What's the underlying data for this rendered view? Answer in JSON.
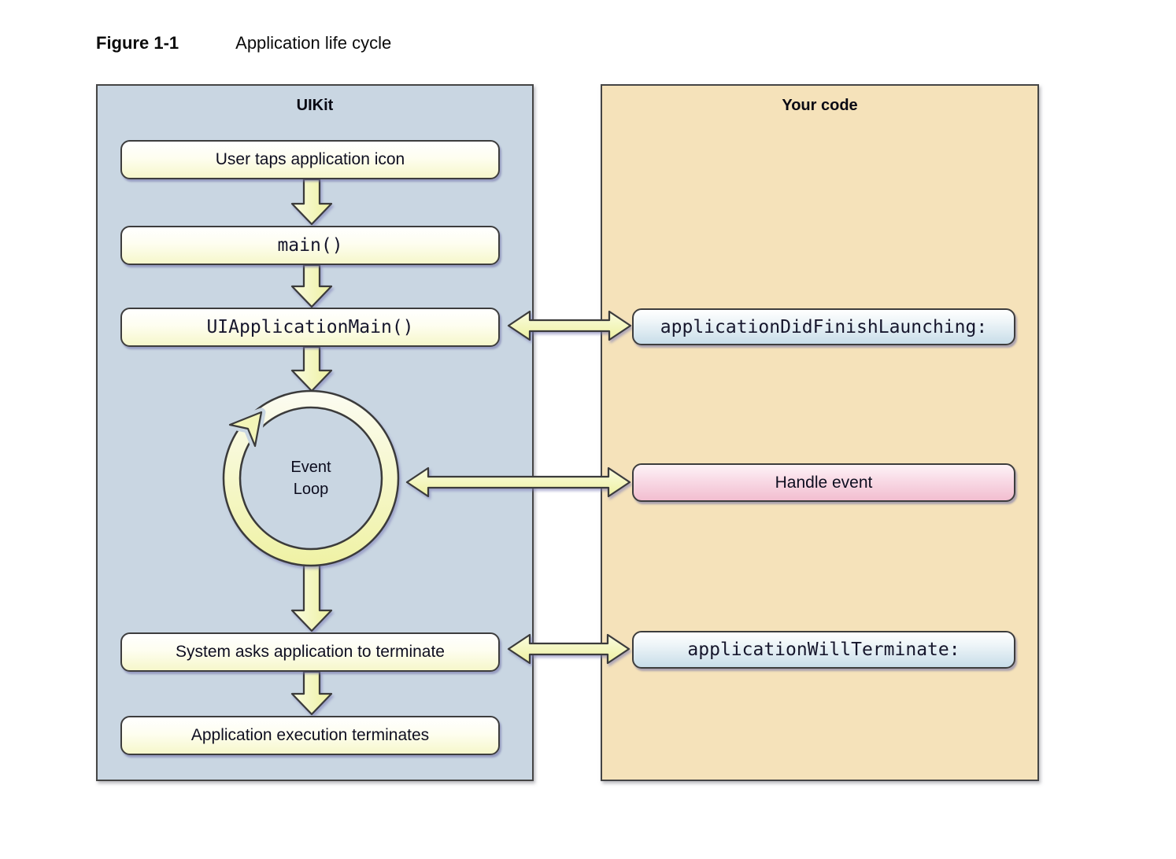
{
  "figure": {
    "label": "Figure 1-1",
    "caption": "Application life cycle"
  },
  "panels": [
    {
      "title": "UIKit",
      "boxes": [
        {
          "label": "User taps application icon"
        },
        {
          "label": "main()"
        },
        {
          "label": "UIApplicationMain()"
        },
        {
          "label": "System asks application to terminate"
        },
        {
          "label": "Application execution terminates"
        }
      ]
    },
    {
      "title": "Your code",
      "boxes": [
        {
          "label": "applicationDidFinishLaunching:"
        },
        {
          "label": "Handle event"
        },
        {
          "label": "applicationWillTerminate:"
        }
      ]
    }
  ],
  "event_loop": {
    "line1": "Event",
    "line2": "Loop"
  },
  "colors": {
    "uikit_panel_bg": "#c9d6e2",
    "your_code_panel_bg": "#f5e2ba",
    "arrow_yellow": "#f0f2a6",
    "box_cream_bottom": "#f6f7cb",
    "box_code_blue_bottom": "#c8dde9",
    "box_pink_bottom": "#f2bed0",
    "outline": "#3d3d3d"
  }
}
